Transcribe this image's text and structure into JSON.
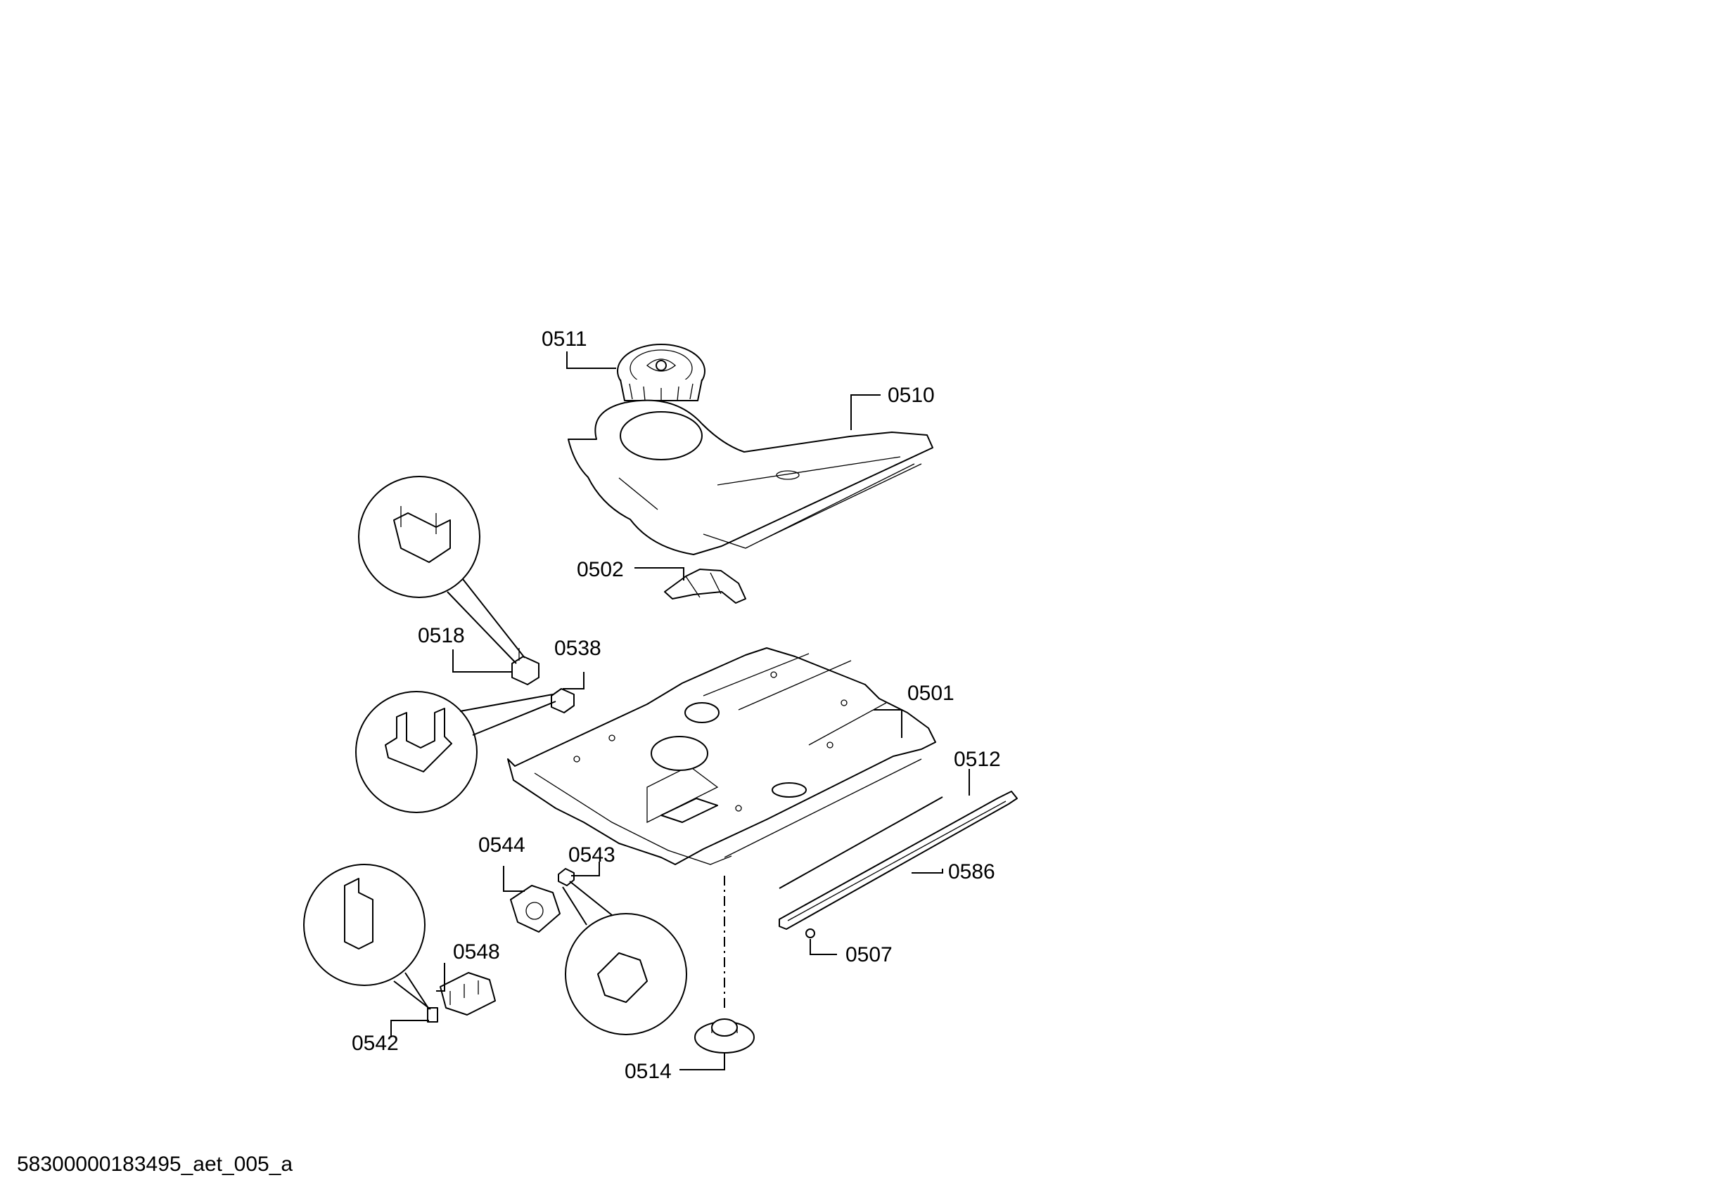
{
  "parts": [
    {
      "id": "p0511",
      "text": "0511"
    },
    {
      "id": "p0510",
      "text": "0510"
    },
    {
      "id": "p0502",
      "text": "0502"
    },
    {
      "id": "p0518",
      "text": "0518"
    },
    {
      "id": "p0538",
      "text": "0538"
    },
    {
      "id": "p0501",
      "text": "0501"
    },
    {
      "id": "p0512",
      "text": "0512"
    },
    {
      "id": "p0544",
      "text": "0544"
    },
    {
      "id": "p0543",
      "text": "0543"
    },
    {
      "id": "p0586",
      "text": "0586"
    },
    {
      "id": "p0548",
      "text": "0548"
    },
    {
      "id": "p0507",
      "text": "0507"
    },
    {
      "id": "p0542",
      "text": "0542"
    },
    {
      "id": "p0514",
      "text": "0514"
    }
  ],
  "footer_code": "58300000183495_aet_005_a"
}
